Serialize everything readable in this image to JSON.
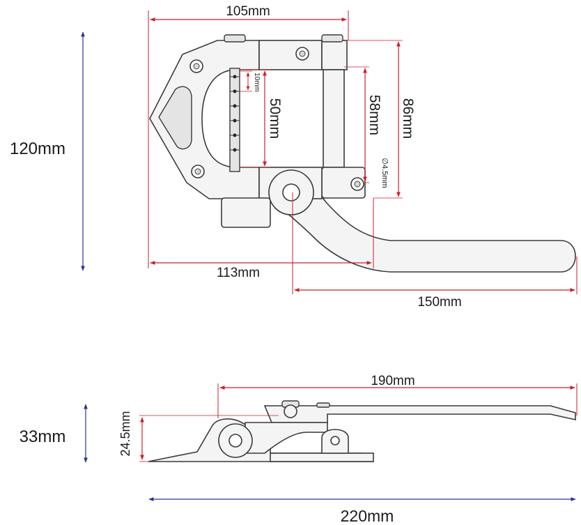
{
  "dimensions": {
    "top_width": "105mm",
    "total_height": "120mm",
    "string_span": "50mm",
    "hole_gap": "10mm",
    "inner_height": "58mm",
    "outer_height": "86mm",
    "hole_diameter": "∅4.5mm",
    "base_width": "113mm",
    "arm_length": "150mm",
    "side_arm": "190mm",
    "side_height": "33mm",
    "side_base_height": "24.5mm",
    "total_length": "220mm"
  },
  "colors": {
    "dimension_red": "#d11d2a",
    "dimension_blue": "#27368f",
    "part_fill": "#f4f4f4",
    "outline": "#3a3a3a"
  }
}
